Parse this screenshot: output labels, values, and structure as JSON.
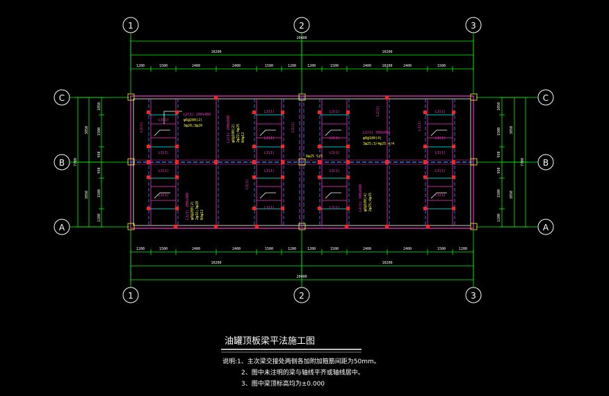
{
  "colors": {
    "dim": "#00ff00",
    "wall": "#ff33cc",
    "beam_blue": "#3399ff",
    "cyan": "#00ffff",
    "yellow_text": "#ffff33",
    "col": "#ff2222"
  },
  "grid": {
    "x_labels": [
      "1",
      "2",
      "3"
    ],
    "y_labels": [
      "C",
      "B",
      "A"
    ]
  },
  "dims": {
    "overall": "20400",
    "halves": [
      "10200",
      "10200"
    ],
    "top_segments": [
      "1200",
      "1500",
      "2400",
      "2400",
      "1500",
      "1200",
      "1200",
      "1500",
      "2400",
      "10200",
      "2400",
      "1500"
    ],
    "bottom_segments": [
      "1200",
      "1500",
      "2400",
      "2400",
      "1500",
      "1200",
      "1200",
      "1500",
      "2400",
      "2400",
      "1500",
      "1200"
    ],
    "bottom_half_right": "10200",
    "left_outer": [
      "3850",
      "3850"
    ],
    "left_total": "7700",
    "left_inner": [
      "1050",
      "1500",
      "950",
      "950",
      "1500",
      "1100"
    ],
    "right_outer": [
      "3850",
      "3850"
    ],
    "right_total": "7700",
    "right_inner": [
      "1050",
      "1500",
      "950",
      "950",
      "1500",
      "1100"
    ]
  },
  "beam_labels": {
    "lb1": "L1(1)",
    "lb2": "L2(1)",
    "lb3": "L3(1)",
    "lb3v": "L3(1)",
    "lb4v": "L3(1)",
    "lb5v": "L2(1)",
    "lb6v": "L3(1)",
    "lb7v": "L3(1)",
    "ann1_line1": "L2(1) 200x450",
    "ann1_line2": "φ6@200(2)",
    "ann1_line3": "3φ20;3φ20",
    "ann2_line1": "L2(1) 200x500",
    "ann2_line2": "φ8@100(2)",
    "ann2_line3": "2φ22;4φ25",
    "ann2_line4": "N4φ12",
    "ann3_line1": "L2(1) 300x600",
    "ann3_line2": "φ8@100(4)",
    "ann3_line3": "3φ25;3/4φ25 4/4",
    "ann4_line1": "L3(1) 200x400",
    "ann4_line2": "φ8@200(2)",
    "ann4_line3": "2φ16;3φ20",
    "ann4_line4": "N4φ12",
    "ann5_line1": "L4(1) 300x600",
    "ann5_line2": "φ8@100(4)",
    "ann5_line3": "2φ25;4φ25",
    "mid_label": "Dφ25 5/5"
  },
  "title": "油罐顶板梁平法施工图",
  "notes": [
    "说明:1、主次梁交接处两侧各加附加箍筋间距为50mm。",
    "2、图中未注明的梁与轴线平齐或轴线居中。",
    "3、图中梁顶标高均为±0.000"
  ]
}
